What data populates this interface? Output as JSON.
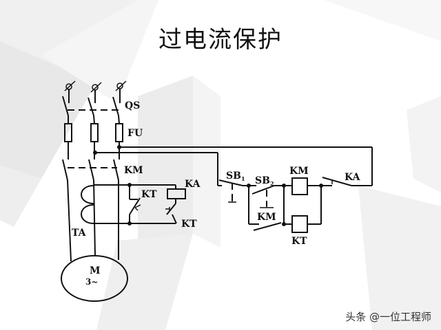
{
  "slide": {
    "title": "过电流保护",
    "watermark": "头条 @一位工程师"
  },
  "diagram": {
    "labels": {
      "qs": "QS",
      "fu": "FU",
      "km_main": "KM",
      "ta": "TA",
      "kt_contact1": "KT",
      "ka_coil": "KA",
      "kt_contact2": "KT",
      "motor": "M",
      "motor_phase": "3~",
      "sb1": "SB",
      "sb1_sub": "1",
      "sb2": "SB",
      "sb2_sub": "2",
      "km_coil": "KM",
      "km_aux": "KM",
      "kt_coil": "KT",
      "ka_contact": "KA"
    }
  },
  "colors": {
    "line": "#111111",
    "background": "#ffffff",
    "bg_shape": "#ececec"
  }
}
